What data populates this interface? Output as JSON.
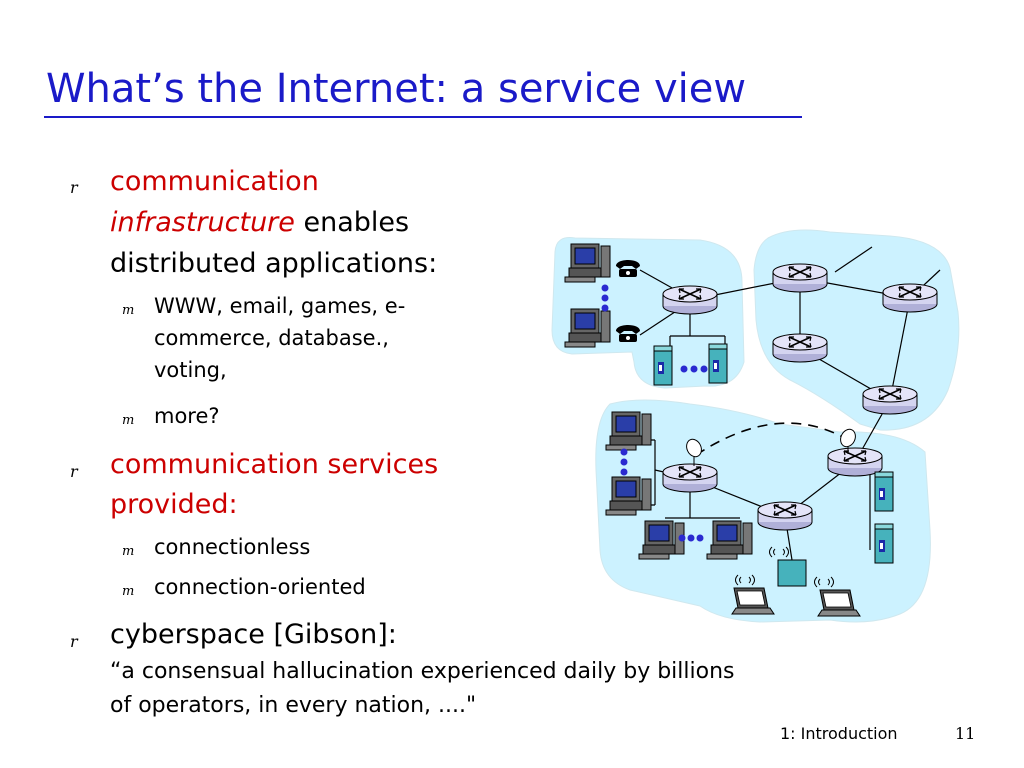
{
  "title": "What’s the Internet: a service view",
  "bullets": {
    "marker_level1": "r",
    "marker_level2": "m",
    "b1": {
      "line1": "communication",
      "line2_italic": "infrastructure",
      "line2_rest": " enables",
      "line3": "distributed applications:",
      "sub1_line1": "WWW, email, games, e-",
      "sub1_line2": "commerce, database.,",
      "sub1_line3": "voting,",
      "sub2": "more?"
    },
    "b2": {
      "line1": "communication services",
      "line2": "provided:",
      "sub1": "connectionless",
      "sub2": "connection-oriented"
    },
    "b3": {
      "line1": "cyberspace [Gibson]:",
      "quote_line1": "“a consensual hallucination experienced daily by billions",
      "quote_line2": "of operators, in every nation, ....\""
    }
  },
  "footer": {
    "chapter": "1: Introduction",
    "page": "11"
  },
  "colors": {
    "title": "#1a1ac8",
    "emphasis": "#cc0000",
    "network_cloud": "#ccf2ff",
    "router": "#d4d4f0"
  },
  "diagram_icons": [
    "router-icon",
    "desktop-computer-icon",
    "telephone-icon",
    "server-icon",
    "laptop-icon",
    "wireless-access-point-icon",
    "satellite-dish-icon"
  ]
}
